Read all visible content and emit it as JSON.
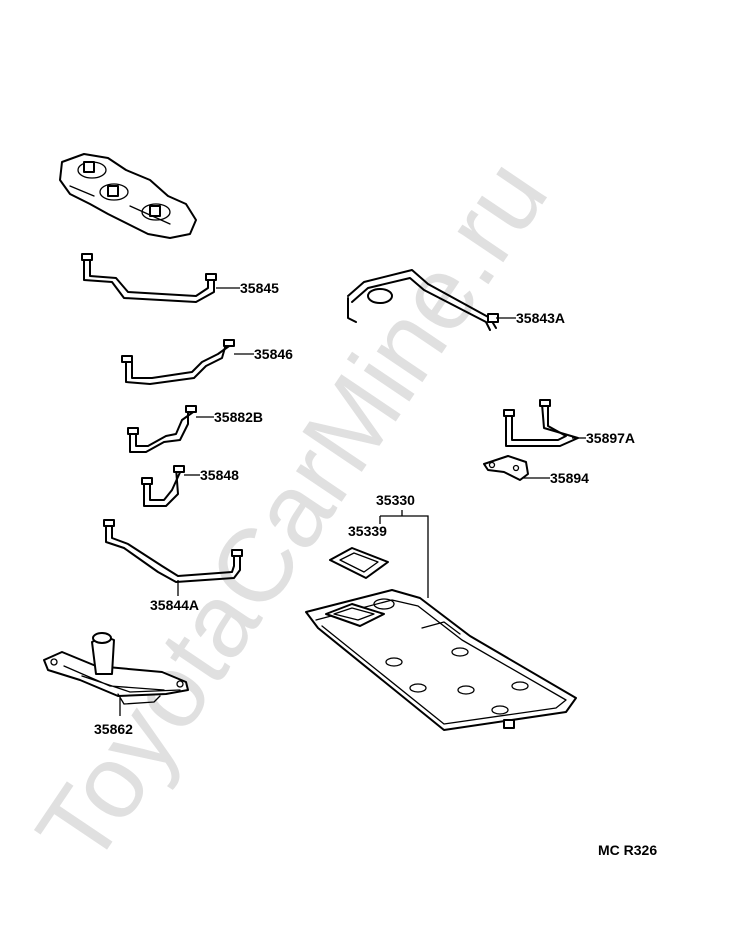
{
  "watermark": "ToyotaCarMine.ru",
  "diagram_code": "MC R326",
  "labels": {
    "p35845": "35845",
    "p35843A": "35843A",
    "p35846": "35846",
    "p35882B": "35882B",
    "p35897A": "35897A",
    "p35848": "35848",
    "p35894": "35894",
    "p35330": "35330",
    "p35339": "35339",
    "p35844A": "35844A",
    "p35862": "35862"
  }
}
